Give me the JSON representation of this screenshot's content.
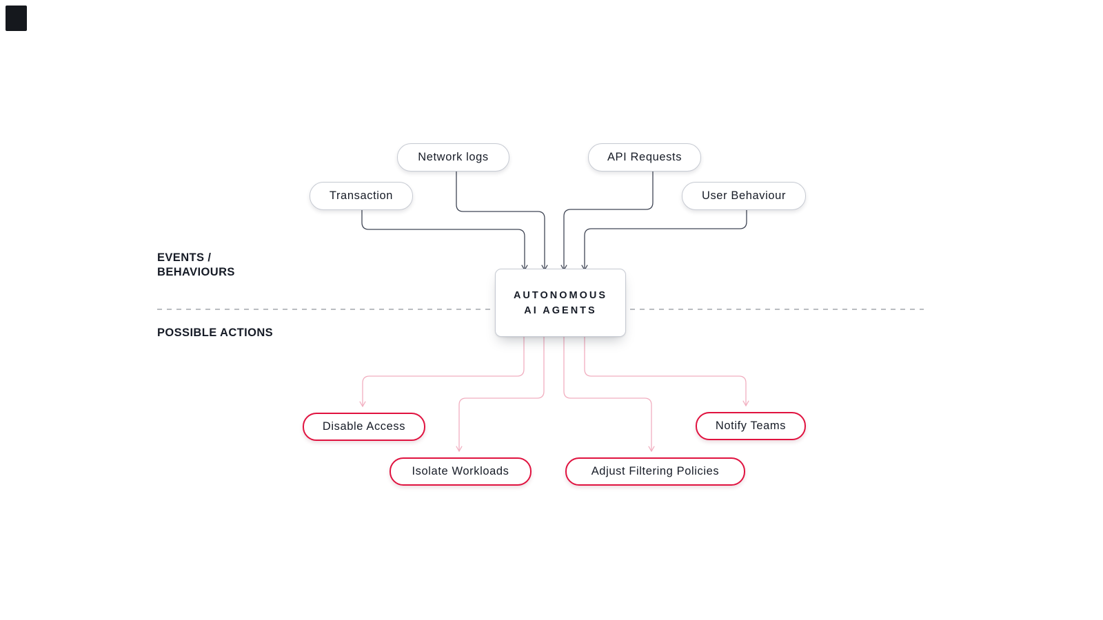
{
  "sections": {
    "events_label_line1": "EVENTS /",
    "events_label_line2": "BEHAVIOURS",
    "actions_label": "POSSIBLE ACTIONS"
  },
  "center": {
    "title_line1": "AUTONOMOUS",
    "title_line2": "AI AGENTS"
  },
  "events": [
    {
      "label": "Transaction"
    },
    {
      "label": "Network logs"
    },
    {
      "label": "API Requests"
    },
    {
      "label": "User Behaviour"
    }
  ],
  "actions": [
    {
      "label": "Disable Access"
    },
    {
      "label": "Isolate Workloads"
    },
    {
      "label": "Adjust Filtering Policies"
    },
    {
      "label": "Notify Teams"
    }
  ],
  "colors": {
    "event_node_border": "#c6cad2",
    "action_node_border": "#e0123f",
    "event_connector": "#3f4554",
    "action_connector": "#f1aebf",
    "divider": "#8f949b",
    "text": "#161b26"
  }
}
